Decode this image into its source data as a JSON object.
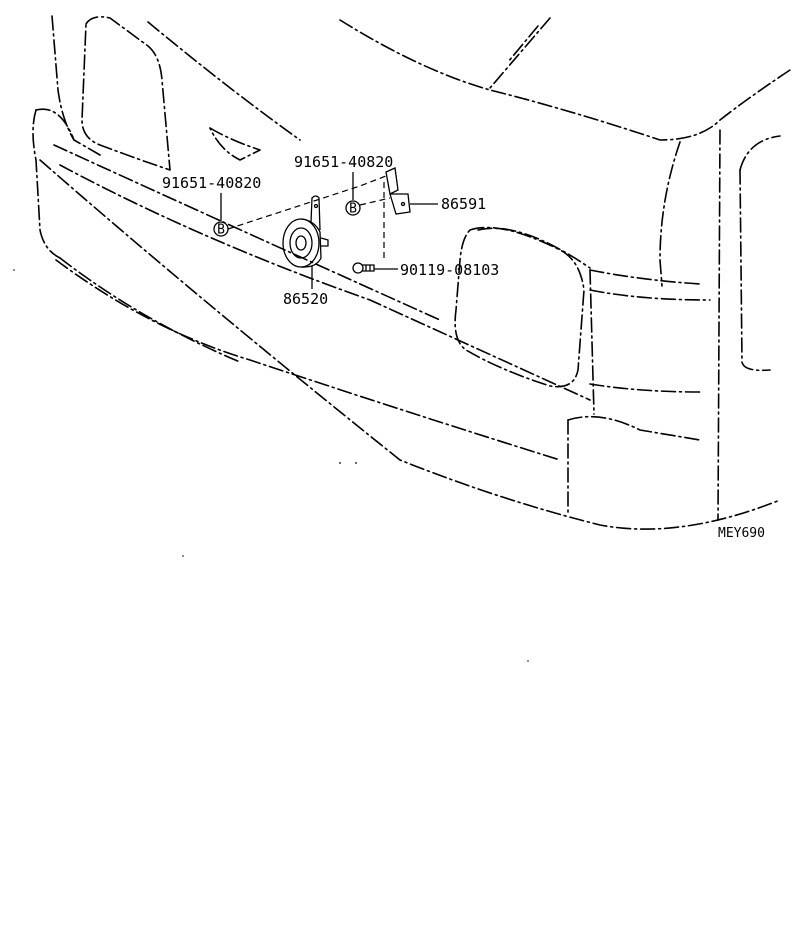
{
  "diagram": {
    "parts": [
      {
        "id": "clip_left",
        "part_no": "91651-40820",
        "marker": "B"
      },
      {
        "id": "clip_right",
        "part_no": "91651-40820",
        "marker": "B"
      },
      {
        "id": "bracket",
        "part_no": "86591"
      },
      {
        "id": "bolt",
        "part_no": "90119-08103"
      },
      {
        "id": "horn",
        "part_no": "86520"
      }
    ],
    "drawing_code": "MEY690"
  }
}
